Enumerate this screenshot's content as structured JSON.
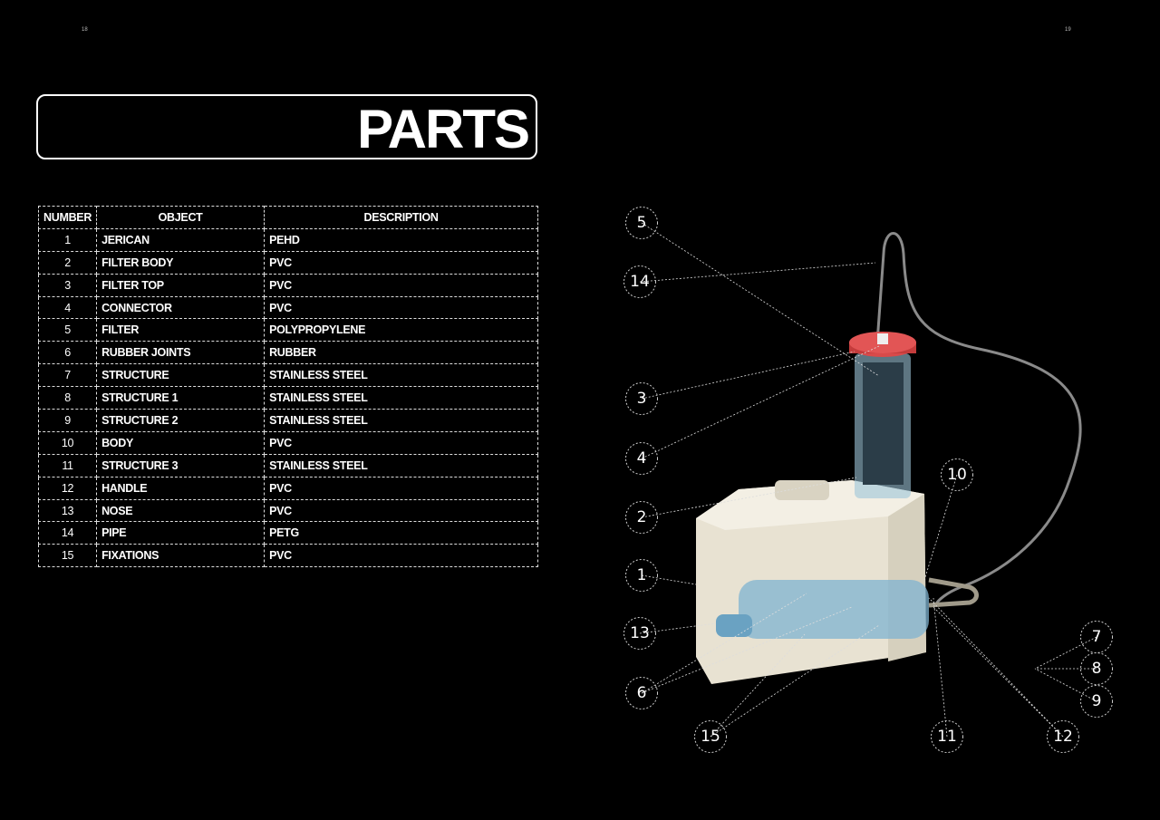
{
  "page_numbers": {
    "left": "18",
    "right": "19"
  },
  "title": "PARTS",
  "table": {
    "headers": [
      "NUMBER",
      "OBJECT",
      "DESCRIPTION"
    ],
    "rows": [
      [
        "1",
        "JERICAN",
        "PEHD"
      ],
      [
        "2",
        "FILTER BODY",
        "PVC"
      ],
      [
        "3",
        "FILTER TOP",
        "PVC"
      ],
      [
        "4",
        "CONNECTOR",
        "PVC"
      ],
      [
        "5",
        "FILTER",
        "POLYPROPYLENE"
      ],
      [
        "6",
        "RUBBER JOINTS",
        "RUBBER"
      ],
      [
        "7",
        "STRUCTURE",
        "STAINLESS STEEL"
      ],
      [
        "8",
        "STRUCTURE 1",
        "STAINLESS STEEL"
      ],
      [
        "9",
        "STRUCTURE 2",
        "STAINLESS STEEL"
      ],
      [
        "10",
        "BODY",
        "PVC"
      ],
      [
        "11",
        "STRUCTURE 3",
        "STAINLESS STEEL"
      ],
      [
        "12",
        "HANDLE",
        "PVC"
      ],
      [
        "13",
        "NOSE",
        "PVC"
      ],
      [
        "14",
        "PIPE",
        "PETG"
      ],
      [
        "15",
        "FIXATIONS",
        "PVC"
      ]
    ]
  },
  "callouts": [
    "5",
    "14",
    "3",
    "4",
    "2",
    "10",
    "1",
    "13",
    "6",
    "7",
    "8",
    "9",
    "15",
    "11",
    "12"
  ],
  "colors": {
    "background": "#000000",
    "jerican": "#ece6d6",
    "filter_cap": "#d94a4a",
    "filter_body": "#7fb3d0",
    "pipe": "#8a8a8a"
  }
}
